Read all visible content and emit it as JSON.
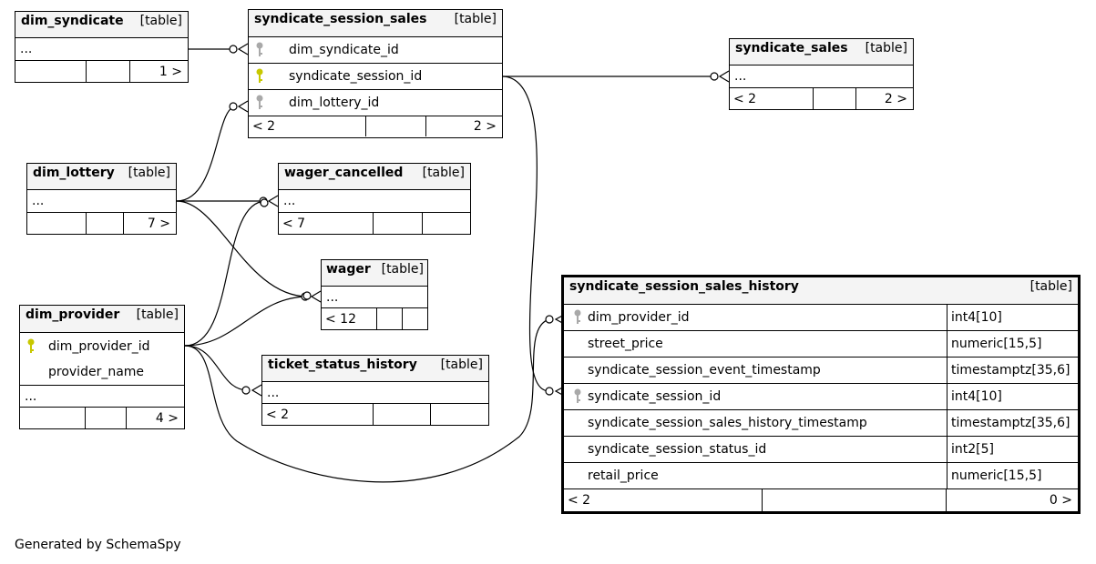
{
  "tables": {
    "dim_syndicate": {
      "name": "dim_syndicate",
      "type": "[table]",
      "ellipsis": "...",
      "foot": [
        "",
        "",
        "1 >"
      ]
    },
    "syndicate_session_sales": {
      "name": "syndicate_session_sales",
      "type": "[table]",
      "columns": [
        "dim_syndicate_id",
        "syndicate_session_id",
        "dim_lottery_id"
      ],
      "foot": [
        "< 2",
        "",
        "2 >"
      ]
    },
    "syndicate_sales": {
      "name": "syndicate_sales",
      "type": "[table]",
      "ellipsis": "...",
      "foot": [
        "< 2",
        "",
        "2 >"
      ]
    },
    "dim_lottery": {
      "name": "dim_lottery",
      "type": "[table]",
      "ellipsis": "...",
      "foot": [
        "",
        "",
        "7 >"
      ]
    },
    "wager_cancelled": {
      "name": "wager_cancelled",
      "type": "[table]",
      "ellipsis": "...",
      "foot": [
        "< 7",
        "",
        ""
      ]
    },
    "wager": {
      "name": "wager",
      "type": "[table]",
      "ellipsis": "...",
      "foot": [
        "< 12",
        "",
        ""
      ]
    },
    "dim_provider": {
      "name": "dim_provider",
      "type": "[table]",
      "columns": [
        "dim_provider_id",
        "provider_name"
      ],
      "ellipsis": "...",
      "foot": [
        "",
        "",
        "4 >"
      ]
    },
    "ticket_status_history": {
      "name": "ticket_status_history",
      "type": "[table]",
      "ellipsis": "...",
      "foot": [
        "< 2",
        "",
        ""
      ]
    },
    "syndicate_session_sales_history": {
      "name": "syndicate_session_sales_history",
      "type": "[table]",
      "columns": [
        {
          "name": "dim_provider_id",
          "type": "int4[10]"
        },
        {
          "name": "street_price",
          "type": "numeric[15,5]"
        },
        {
          "name": "syndicate_session_event_timestamp",
          "type": "timestamptz[35,6]"
        },
        {
          "name": "syndicate_session_id",
          "type": "int4[10]"
        },
        {
          "name": "syndicate_session_sales_history_timestamp",
          "type": "timestamptz[35,6]"
        },
        {
          "name": "syndicate_session_status_id",
          "type": "int2[5]"
        },
        {
          "name": "retail_price",
          "type": "numeric[15,5]"
        }
      ],
      "foot": [
        "< 2",
        "",
        "0 >"
      ]
    }
  },
  "footer": "Generated by SchemaSpy",
  "colors": {
    "primary_key": "#c8c800",
    "foreign_key": "#a9a9a9",
    "header_bg": "#f4f4f4"
  }
}
